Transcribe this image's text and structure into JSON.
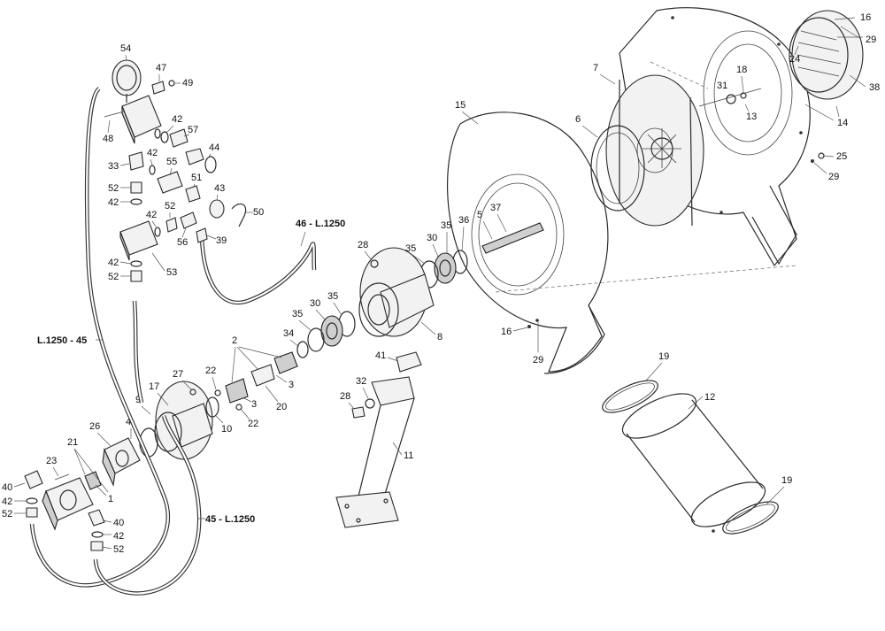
{
  "labels": {
    "p54": "54",
    "p47": "47",
    "p49": "49",
    "p48": "48",
    "p42a": "42",
    "p57": "57",
    "p44": "44",
    "p33": "33",
    "p42b": "42",
    "p55": "55",
    "p51": "51",
    "p43": "43",
    "p52a": "52",
    "p42c": "42",
    "p42d": "42",
    "p52b": "52",
    "p50": "50",
    "p56": "56",
    "p39": "39",
    "p53": "53",
    "p42e": "42",
    "p52c": "52",
    "p46": "46 - L.1250",
    "p45a": "L.1250 - 45",
    "p45b": "45 - L.1250",
    "p28a": "28",
    "p35a": "35",
    "p30a": "30",
    "p35b": "35",
    "p36": "36",
    "p5": "5",
    "p37": "37",
    "p15": "15",
    "p7": "7",
    "p6": "6",
    "p18": "18",
    "p31": "31",
    "p13": "13",
    "p16a": "16",
    "p29a": "29",
    "p24": "24",
    "p38": "38",
    "p14": "14",
    "p25": "25",
    "p29b": "29",
    "p35c": "35",
    "p30b": "30",
    "p35d": "35",
    "p34": "34",
    "p8": "8",
    "p16b": "16",
    "p29c": "29",
    "p2": "2",
    "p3a": "3",
    "p3b": "3",
    "p20": "20",
    "p22a": "22",
    "p22b": "22",
    "p27": "27",
    "p17": "17",
    "p9": "9",
    "p10": "10",
    "p4": "4",
    "p26": "26",
    "p21": "21",
    "p23": "23",
    "p1": "1",
    "p40a": "40",
    "p42f": "42",
    "p52d": "52",
    "p40b": "40",
    "p42g": "42",
    "p52e": "52",
    "p41": "41",
    "p32": "32",
    "p28b": "28",
    "p11": "11",
    "p19a": "19",
    "p12": "12",
    "p19b": "19"
  }
}
